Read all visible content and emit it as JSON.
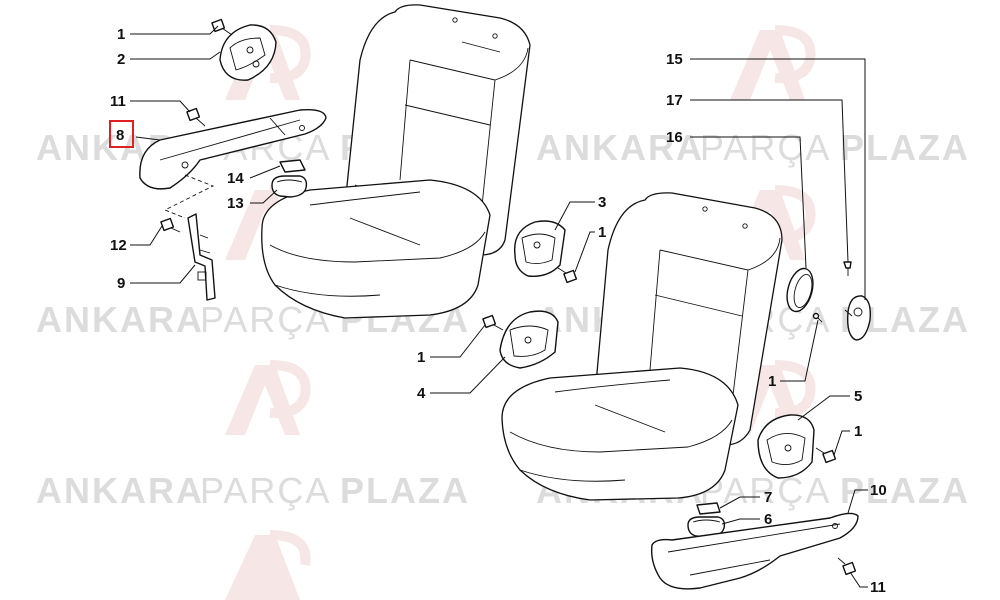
{
  "watermark": {
    "brand_bold_1": "ANKARA",
    "brand_light": "PARÇA",
    "brand_bold_2": "PLAZA",
    "color": "#dcdcdc",
    "logo_color": "#f3d9d9"
  },
  "callouts": [
    {
      "id": "c1a",
      "label": "1"
    },
    {
      "id": "c2",
      "label": "2"
    },
    {
      "id": "c11a",
      "label": "11"
    },
    {
      "id": "c8",
      "label": "8",
      "highlighted": true
    },
    {
      "id": "c14",
      "label": "14"
    },
    {
      "id": "c13",
      "label": "13"
    },
    {
      "id": "c12",
      "label": "12"
    },
    {
      "id": "c9",
      "label": "9"
    },
    {
      "id": "c3",
      "label": "3"
    },
    {
      "id": "c1b",
      "label": "1"
    },
    {
      "id": "c1c",
      "label": "1"
    },
    {
      "id": "c4",
      "label": "4"
    },
    {
      "id": "c15",
      "label": "15"
    },
    {
      "id": "c17",
      "label": "17"
    },
    {
      "id": "c16",
      "label": "16"
    },
    {
      "id": "c1d",
      "label": "1"
    },
    {
      "id": "c5",
      "label": "5"
    },
    {
      "id": "c1e",
      "label": "1"
    },
    {
      "id": "c7",
      "label": "7"
    },
    {
      "id": "c6",
      "label": "6"
    },
    {
      "id": "c10",
      "label": "10"
    },
    {
      "id": "c11b",
      "label": "11"
    }
  ],
  "highlight_color": "#e02020"
}
